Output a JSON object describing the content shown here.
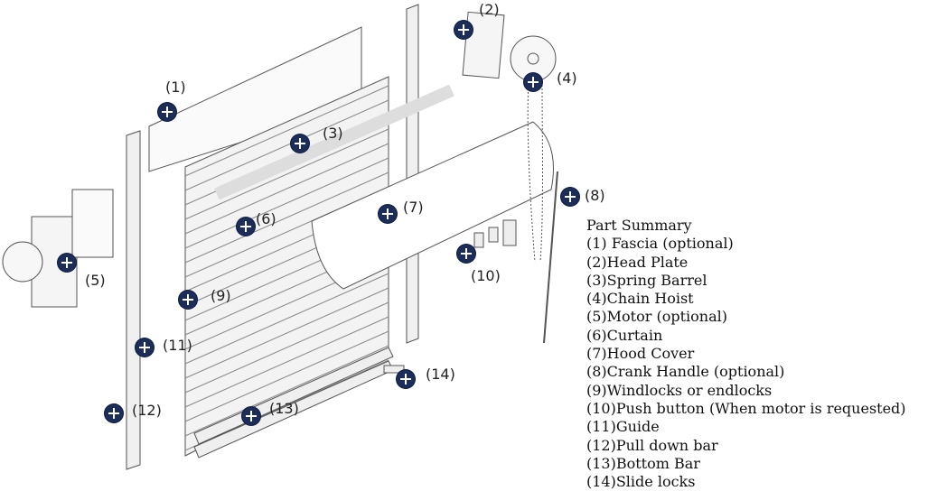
{
  "summary": {
    "title": "Part Summary",
    "items": [
      "(1) Fascia (optional)",
      "(2)Head Plate",
      "(3)Spring Barrel",
      "(4)Chain Hoist",
      "(5)Motor (optional)",
      "(6)Curtain",
      "(7)Hood Cover",
      "(8)Crank Handle (optional)",
      "(9)Windlocks or endlocks",
      "(10)Push button (When motor is requested)",
      "(11)Guide",
      "(12)Pull down bar",
      "(13)Bottom Bar",
      "(14)Slide locks"
    ]
  },
  "callouts": {
    "c1": "(1)",
    "c2": "(2)",
    "c3": "(3)",
    "c4": "(4)",
    "c5": "(5)",
    "c6": "(6)",
    "c7": "(7)",
    "c8": "(8)",
    "c9": "(9)",
    "c10": "(10)",
    "c11": "(11)",
    "c12": "(12)",
    "c13": "(13)",
    "c14": "(14)"
  },
  "colors": {
    "hotspot": "#1d2d5a",
    "line": "#555555"
  }
}
